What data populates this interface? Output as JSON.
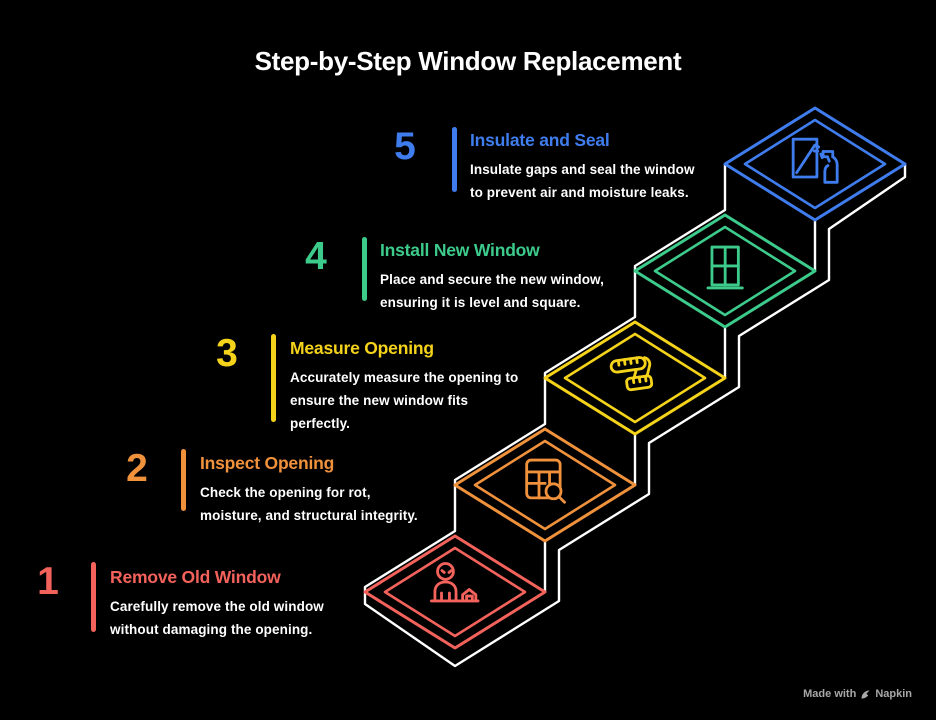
{
  "background_color": "#000000",
  "title": "Step-by-Step Window Replacement",
  "stair_line_color": "#FFFFFF",
  "text_color": "#FFFFFF",
  "steps": [
    {
      "number": "1",
      "title": "Remove Old Window",
      "color": "#F4625C",
      "icon": "person-house-icon",
      "desc_lines": [
        "Carefully remove the old window",
        "without damaging the opening."
      ]
    },
    {
      "number": "2",
      "title": "Inspect Opening",
      "color": "#F0913C",
      "icon": "table-search-icon",
      "desc_lines": [
        "Check the opening for rot,",
        "moisture, and structural integrity."
      ]
    },
    {
      "number": "3",
      "title": "Measure Opening",
      "color": "#F5D31B",
      "icon": "measuring-tape-icon",
      "desc_lines": [
        "Accurately measure the opening to",
        "ensure the new window fits",
        "perfectly."
      ]
    },
    {
      "number": "4",
      "title": "Install New Window",
      "color": "#3DCB8C",
      "icon": "window-icon",
      "desc_lines": [
        "Place and secure the new window,",
        "ensuring it is level and square."
      ]
    },
    {
      "number": "5",
      "title": "Insulate and Seal",
      "color": "#3F7DEE",
      "icon": "window-spray-icon",
      "desc_lines": [
        "Insulate gaps and seal the window",
        "to prevent air and moisture leaks."
      ]
    }
  ],
  "watermark": {
    "prefix": "Made with",
    "brand": "Napkin",
    "color": "#A8A8A8"
  }
}
